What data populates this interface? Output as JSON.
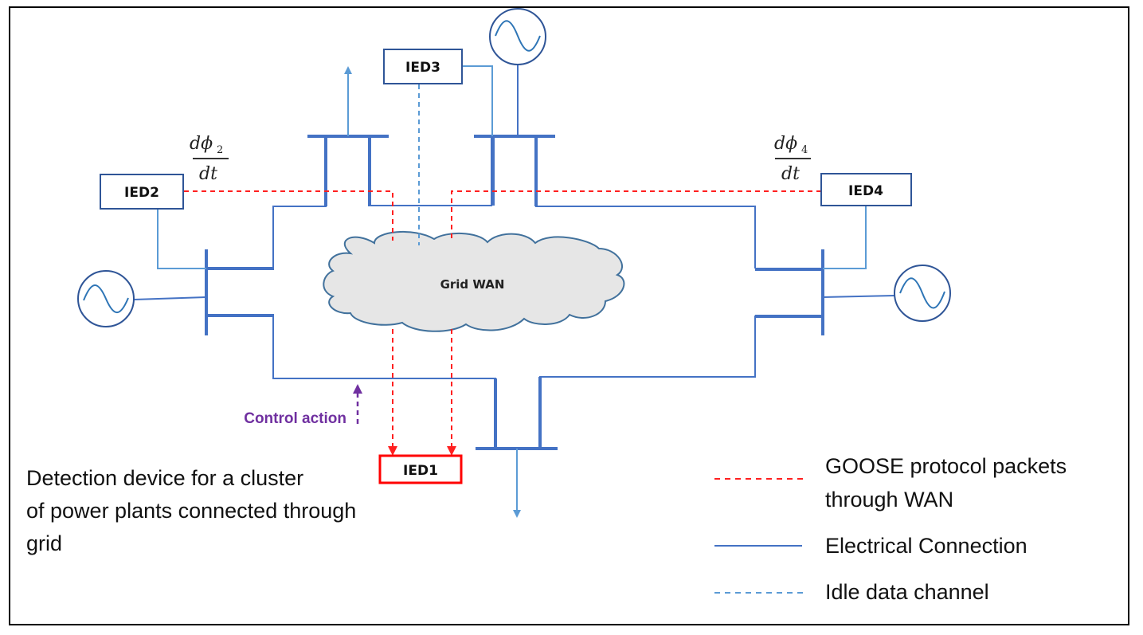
{
  "colors": {
    "electrical": "#4472c4",
    "ied_link": "#5b9bd5",
    "goose": "#ff2020",
    "idle": "#5b9bd5",
    "control": "#7030a0",
    "highlight": "#ff0000",
    "cloud_fill": "#e6e6e6",
    "cloud_stroke": "#41719c"
  },
  "ieds": [
    {
      "id": "IED1",
      "label": "IED1",
      "role": "detection device"
    },
    {
      "id": "IED2",
      "label": "IED2"
    },
    {
      "id": "IED3",
      "label": "IED3"
    },
    {
      "id": "IED4",
      "label": "IED4"
    }
  ],
  "derivatives": {
    "ied2": {
      "numerator": "dϕ",
      "subscript": "2",
      "denominator": "dt"
    },
    "ied4": {
      "numerator": "dϕ",
      "subscript": "4",
      "denominator": "dt"
    }
  },
  "cloud": {
    "label": "Grid WAN"
  },
  "control_action": {
    "label": "Control action"
  },
  "description": {
    "lines": [
      "Detection device for a cluster",
      "of power plants connected through",
      "grid"
    ]
  },
  "legend": {
    "items": [
      {
        "style": "red-dashed",
        "lines": [
          "GOOSE protocol packets",
          "through WAN"
        ]
      },
      {
        "style": "blue-solid",
        "lines": [
          "Electrical Connection"
        ]
      },
      {
        "style": "blue-dashed",
        "lines": [
          "Idle data channel"
        ]
      }
    ]
  }
}
